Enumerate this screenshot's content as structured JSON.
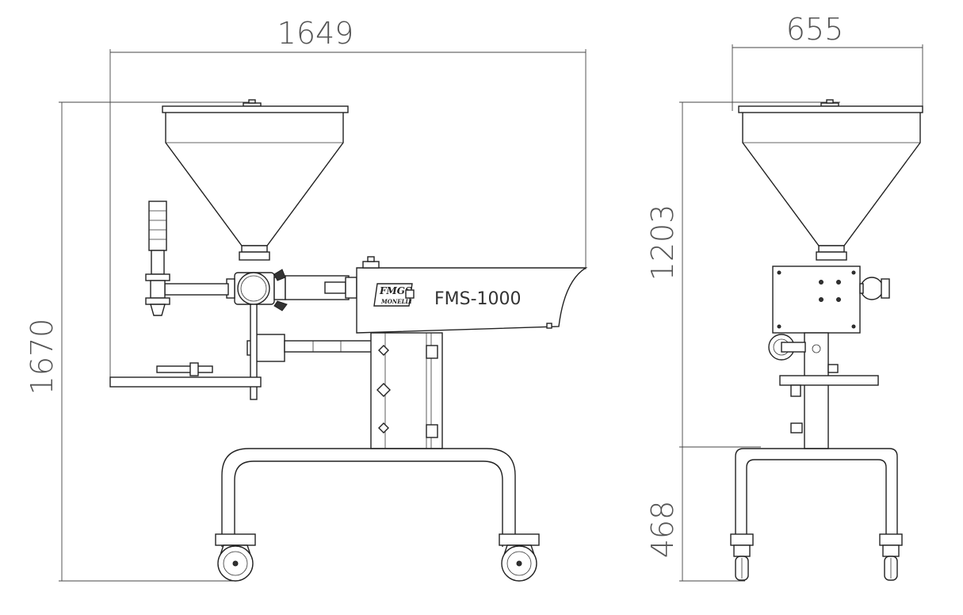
{
  "dimensions": {
    "side_width": "1649",
    "side_height": "1670",
    "front_width": "655",
    "front_upper_height": "1203",
    "front_lower_height": "468"
  },
  "machine": {
    "model_label": "FMS-1000",
    "brand_logo": "FMGS",
    "brand_sub": "MONELLI"
  }
}
